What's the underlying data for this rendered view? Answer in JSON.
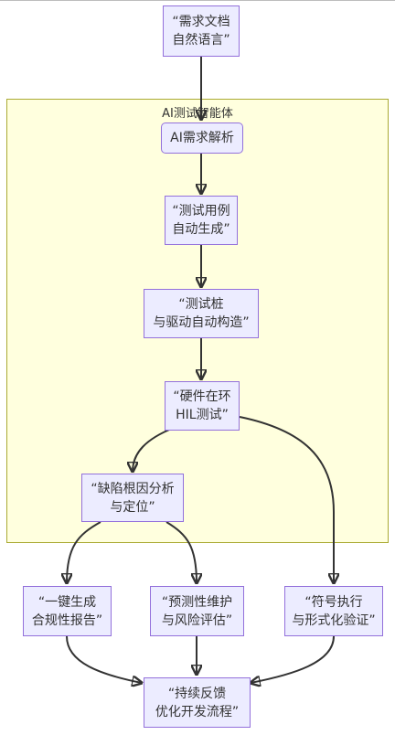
{
  "subgraph": {
    "title": "AI测试智能体"
  },
  "nodes": {
    "req_doc": {
      "lines": [
        "“需求文档",
        "自然语言”"
      ]
    },
    "ai_parse": {
      "lines": [
        "AI需求解析"
      ]
    },
    "case_gen": {
      "lines": [
        "“测试用例",
        "自动生成”"
      ]
    },
    "stub_build": {
      "lines": [
        "“测试桩",
        "与驱动自动构造”"
      ]
    },
    "hil_test": {
      "lines": [
        "“硬件在环",
        "HIL测试”"
      ]
    },
    "defect": {
      "lines": [
        "“缺陷根因分析",
        "与定位”"
      ]
    },
    "compliance": {
      "lines": [
        "“一键生成",
        "合规性报告”"
      ]
    },
    "predict": {
      "lines": [
        "“预测性维护",
        "与风险评估”"
      ]
    },
    "symbolic": {
      "lines": [
        "“符号执行",
        "与形式化验证”"
      ]
    },
    "feedback": {
      "lines": [
        "“持续反馈",
        "优化开发流程”"
      ]
    }
  },
  "colors": {
    "node_fill": "#ececff",
    "node_border": "#9370db",
    "subgraph_fill": "#ffffde",
    "subgraph_border": "#aaaa33",
    "edge": "#333333"
  }
}
